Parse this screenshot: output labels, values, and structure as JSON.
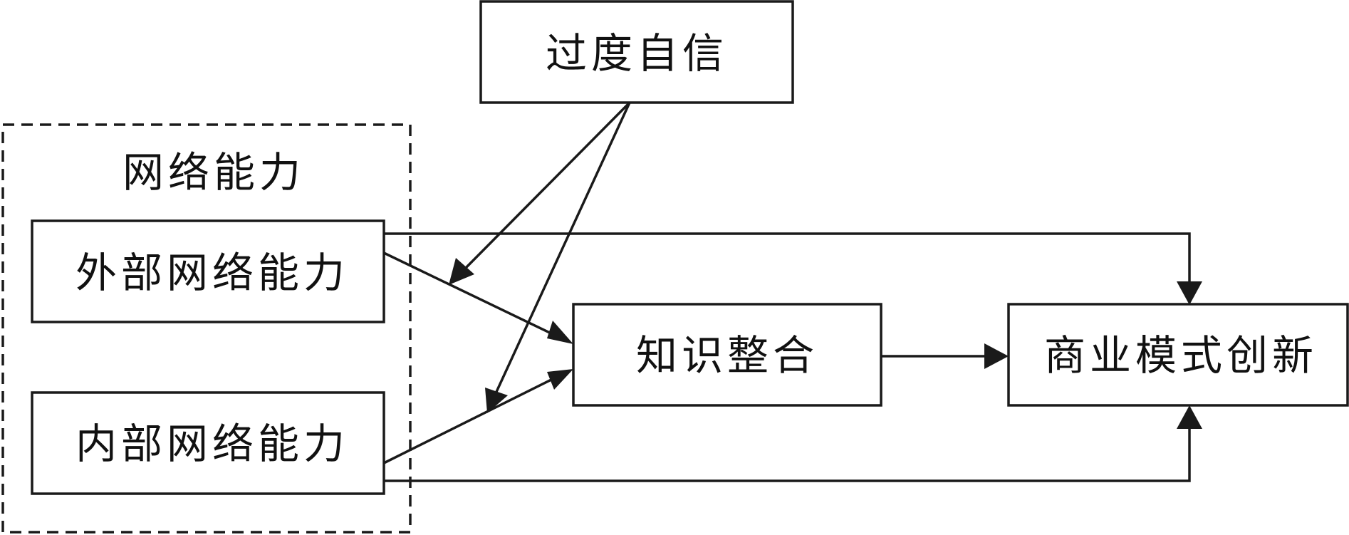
{
  "nodes": {
    "overconfidence": "过度自信",
    "network_capability_group": "网络能力",
    "external_network": "外部网络能力",
    "internal_network": "内部网络能力",
    "knowledge_integration": "知识整合",
    "business_model_innovation": "商业模式创新"
  },
  "edge_color": "#1a1a1a"
}
